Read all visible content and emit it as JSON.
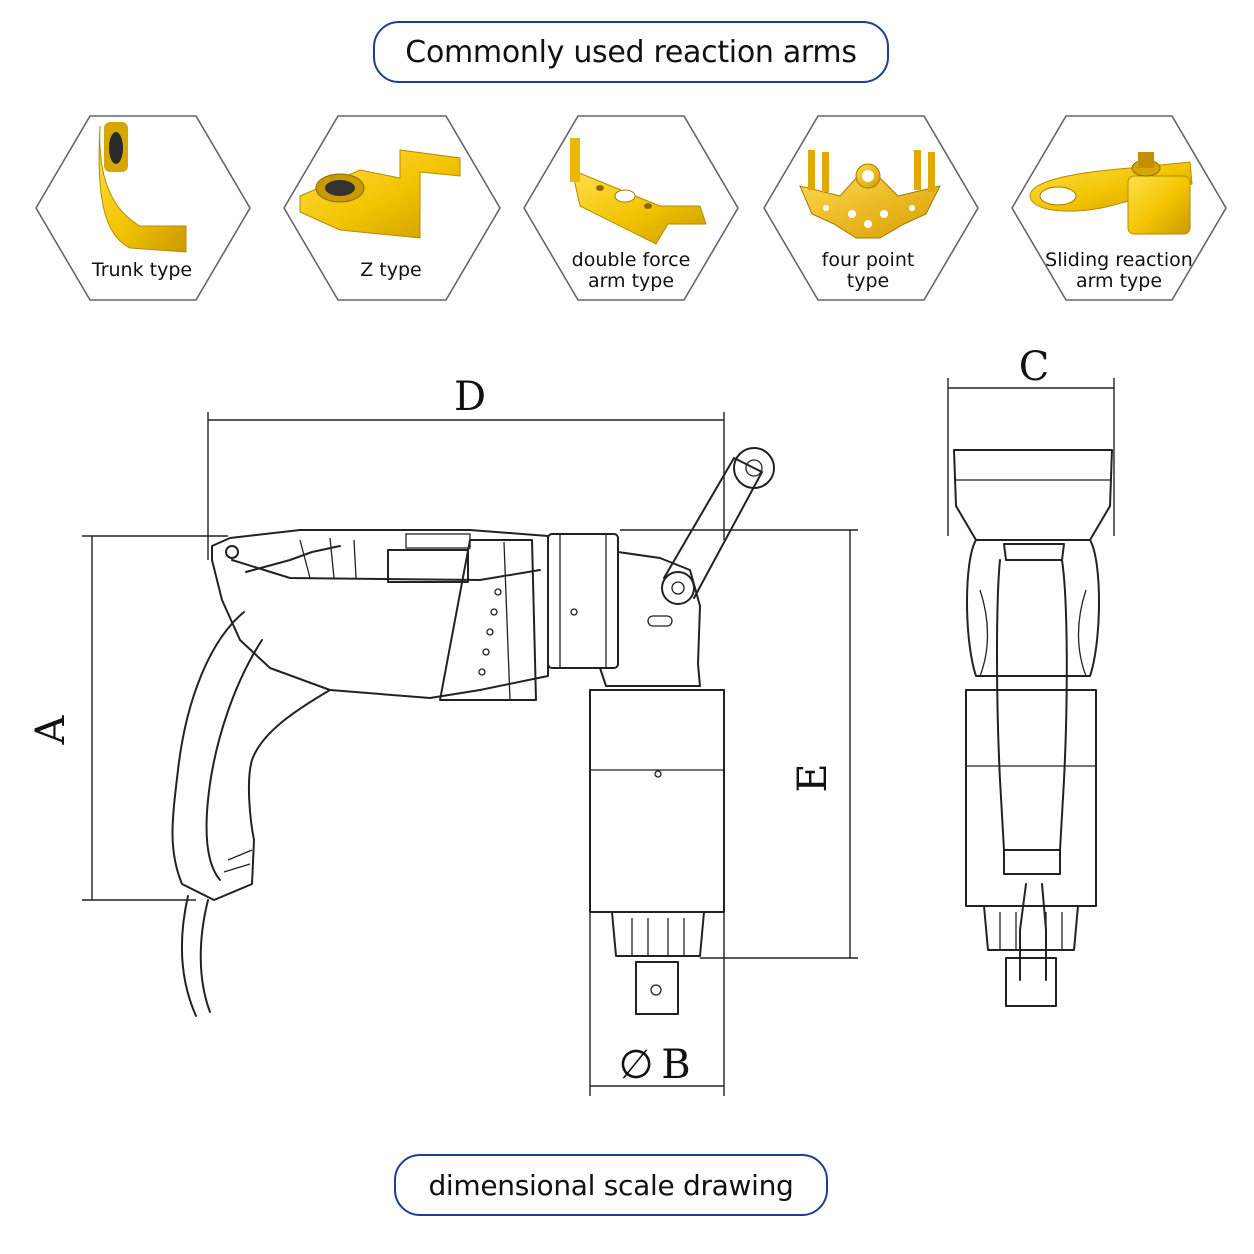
{
  "header": {
    "title": "Commonly used reaction arms"
  },
  "reaction_arms": [
    {
      "lines": [
        "Trunk type"
      ],
      "icon": "trunk-arm-icon"
    },
    {
      "lines": [
        "Z type"
      ],
      "icon": "z-arm-icon"
    },
    {
      "lines": [
        "double force",
        "arm type"
      ],
      "icon": "double-force-arm-icon"
    },
    {
      "lines": [
        "four point",
        "type"
      ],
      "icon": "four-point-arm-icon"
    },
    {
      "lines": [
        "Sliding reaction",
        "arm type"
      ],
      "icon": "sliding-arm-icon"
    }
  ],
  "dimensions": {
    "A": "A",
    "B": "B",
    "B_symbol": "∅",
    "C": "C",
    "D": "D",
    "E": "E"
  },
  "footer": {
    "caption": "dimensional scale drawing"
  },
  "colors": {
    "pill_border": "#1f3f8f",
    "arm_yellow": "#f2c300",
    "arm_shadow": "#c99a00",
    "line": "#222222"
  }
}
